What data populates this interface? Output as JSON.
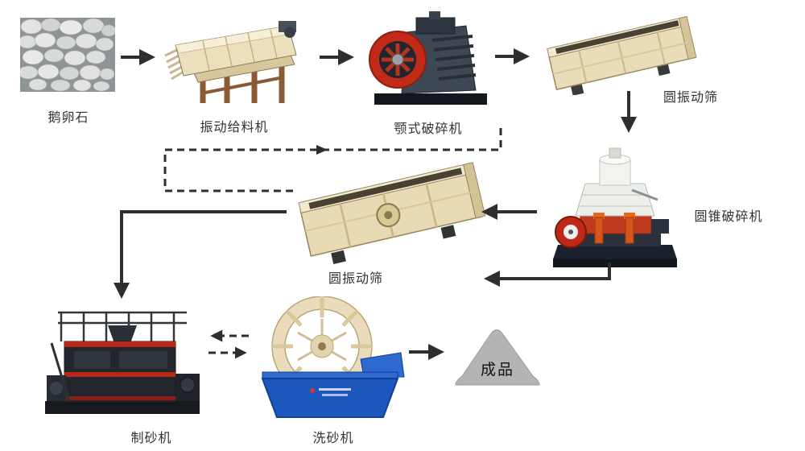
{
  "labels": {
    "stone": "鹅卵石",
    "feeder": "振动给料机",
    "jaw_crusher": "颚式破碎机",
    "screen1": "圆振动筛",
    "cone_crusher": "圆锥破碎机",
    "screen2": "圆振动筛",
    "sand_maker": "制砂机",
    "sand_washer": "洗砂机",
    "product": "成品"
  },
  "colors": {
    "arrow": "#2e2e2e",
    "machine_cream": "#e9dcb8",
    "accent_red": "#c0281a",
    "washer_blue": "#1c57be",
    "product_gray": "#b4b4b6",
    "dark_steel": "#23272d"
  },
  "diagram": {
    "type": "process-flow",
    "edges": [
      {
        "from": "stone",
        "to": "feeder",
        "style": "solid"
      },
      {
        "from": "feeder",
        "to": "jaw_crusher",
        "style": "solid"
      },
      {
        "from": "jaw_crusher",
        "to": "screen1",
        "style": "solid"
      },
      {
        "from": "screen1",
        "to": "cone_crusher",
        "style": "solid"
      },
      {
        "from": "cone_crusher",
        "to": "screen2",
        "style": "solid"
      },
      {
        "from": "cone_crusher",
        "to": "screen2",
        "style": "solid-bottom-return"
      },
      {
        "from": "screen2",
        "to": "sand_maker",
        "style": "solid"
      },
      {
        "from": "screen2",
        "to": "jaw_crusher",
        "style": "dashed-return"
      },
      {
        "from": "sand_maker",
        "to": "sand_washer",
        "style": "dashed-bidirectional"
      },
      {
        "from": "sand_washer",
        "to": "product",
        "style": "solid"
      }
    ]
  }
}
